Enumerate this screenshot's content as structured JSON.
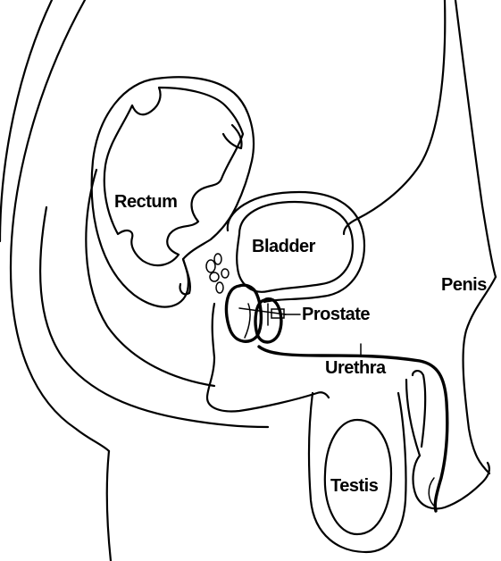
{
  "labels": {
    "rectum": "Rectum",
    "bladder": "Bladder",
    "prostate": "Prostate",
    "urethra": "Urethra",
    "penis": "Penis",
    "testis": "Testis"
  }
}
